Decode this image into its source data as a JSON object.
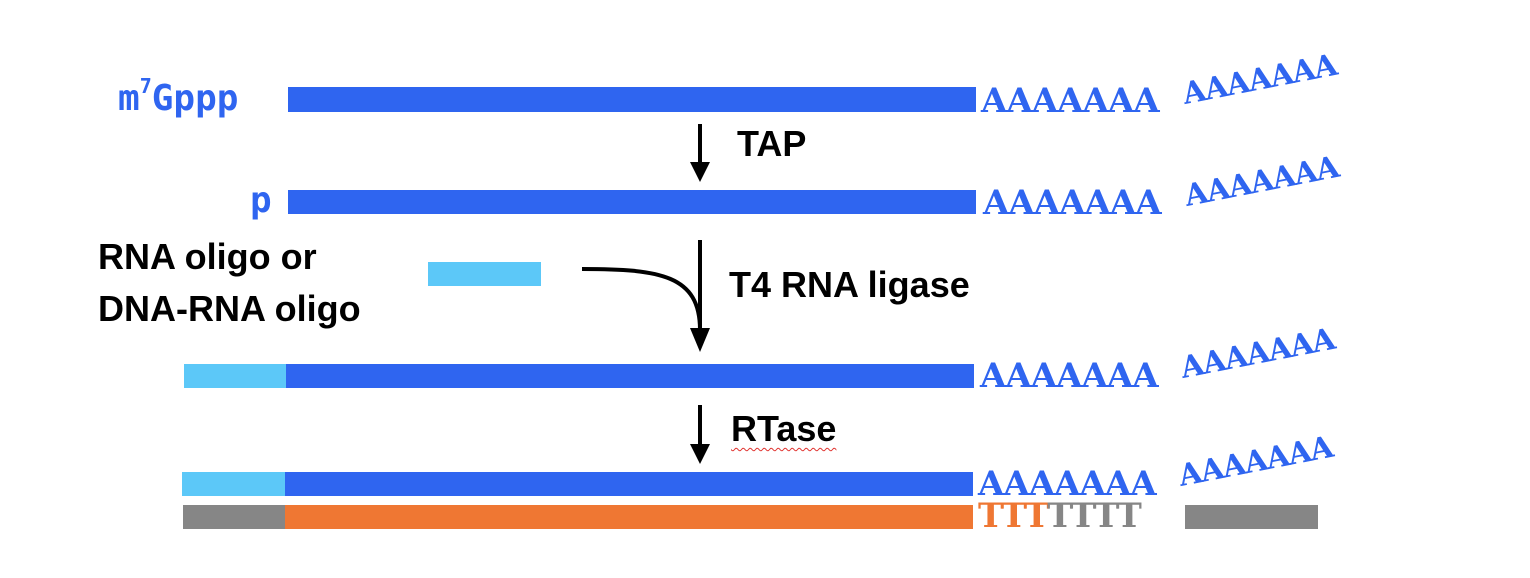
{
  "row1": {
    "cap": "m",
    "cap_sup": "7",
    "cap_tail": "Gppp",
    "polyA_a": "AAAAAAA",
    "polyA_b": "AAAAAAA"
  },
  "step1": {
    "label": "TAP"
  },
  "row2": {
    "phosphate": "p",
    "polyA_a": "AAAAAAA",
    "polyA_b": "AAAAAAA"
  },
  "oligo": {
    "line1": "RNA oligo or",
    "line2": "DNA-RNA oligo"
  },
  "step2": {
    "label": "T4 RNA ligase"
  },
  "row3": {
    "polyA_a": "AAAAAAA",
    "polyA_b": "AAAAAAA"
  },
  "step3": {
    "label": "RTase"
  },
  "row4": {
    "polyA_a": "AAAAAAA",
    "polyA_b": "AAAAAAA"
  },
  "row5": {
    "oligo_dT_orange": "TTT",
    "oligo_dT_gray": "TTTT"
  },
  "colors": {
    "mrna": "#2f65f0",
    "adapter": "#5cc8f8",
    "cdna": "#ef7733",
    "primer": "#868686",
    "arrows": "#000000"
  }
}
